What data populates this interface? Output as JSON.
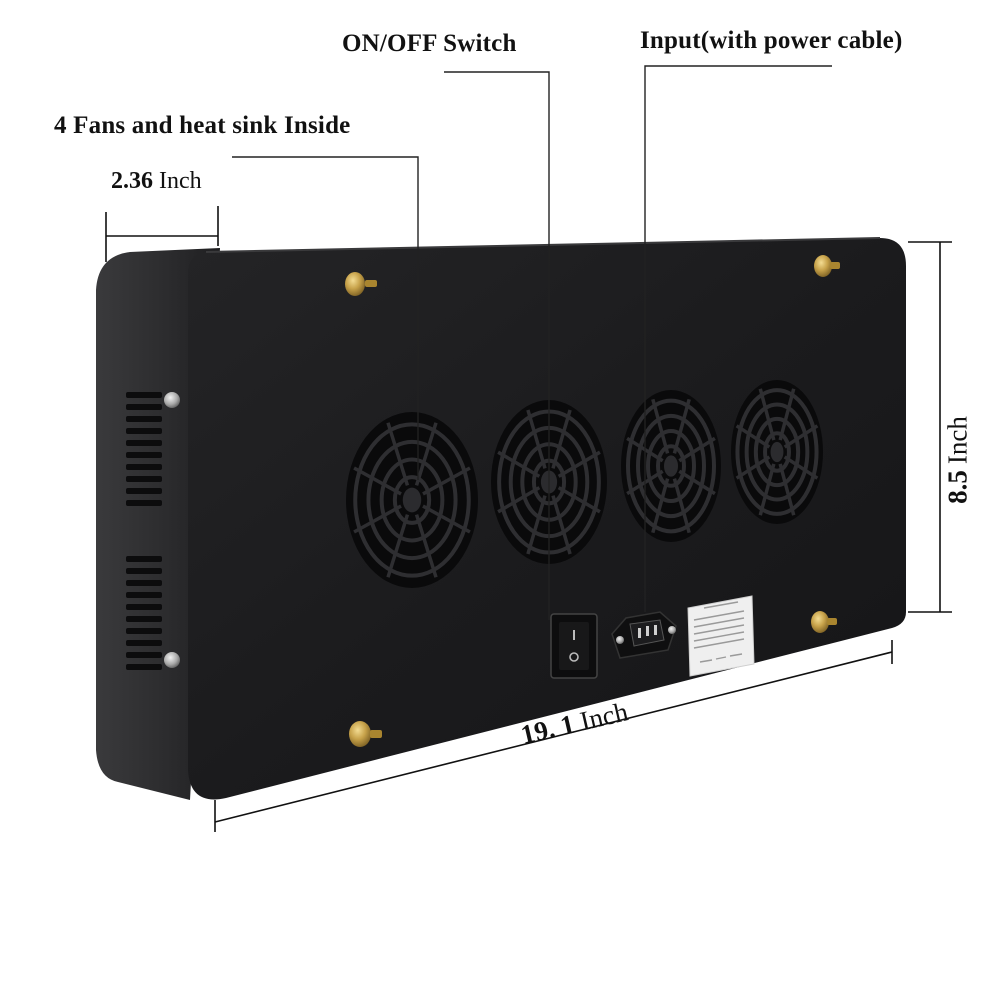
{
  "callouts": {
    "on_off_switch": "ON/OFF Switch",
    "input": "Input(with power cable)",
    "fans": "4 Fans and heat sink Inside"
  },
  "dimensions": {
    "depth": {
      "value": "2.36",
      "unit": "Inch"
    },
    "width": {
      "value_whole": "19",
      "separator": ".",
      "value_fraction": " 1",
      "unit": "Inch"
    },
    "height": {
      "value": "8.5",
      "unit": "Inch"
    }
  },
  "colors": {
    "panel": "#1b1b1d",
    "panel_side": "#2a2a2c",
    "screw_brass": "#c7a24a",
    "label_plate": "#f2f2f2",
    "text": "#111111"
  },
  "icons": [
    "fan-grille-icon",
    "rocker-switch-icon",
    "power-inlet-icon",
    "brass-screw-icon",
    "spec-label-icon"
  ]
}
